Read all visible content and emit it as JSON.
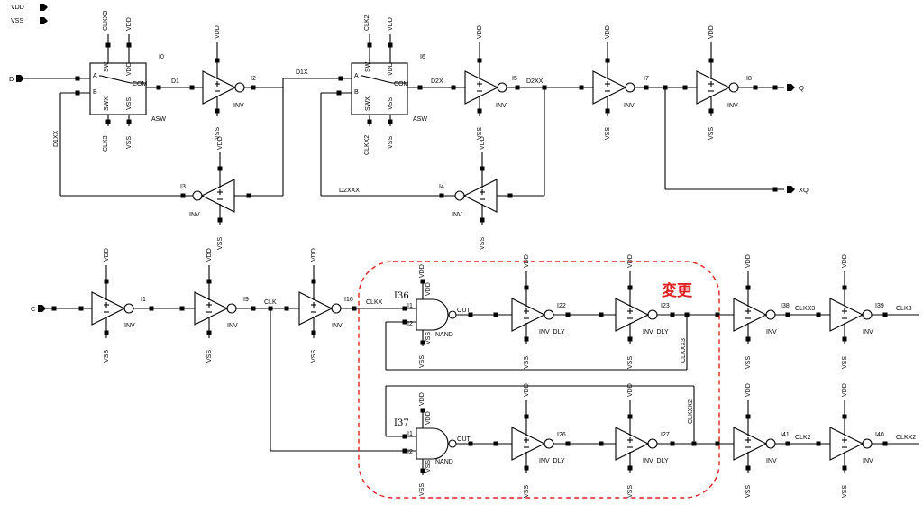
{
  "pins": {
    "vdd": "VDD",
    "vss": "VSS",
    "d": "D",
    "c": "C",
    "q": "Q",
    "xq": "XQ",
    "clk3": "CLK3",
    "clkx2": "CLKX2"
  },
  "power": {
    "vdd": "VDD",
    "vss": "VSS"
  },
  "asw": {
    "type": "ASW",
    "pin_a": "A",
    "pin_b": "B",
    "pin_sw": "SW",
    "pin_swx": "SWX",
    "pin_vdd": "VDD",
    "pin_vss": "VSS",
    "pin_com": "COM",
    "i0": {
      "name": "I0",
      "sw_net": "CLKX3",
      "swx_net": "CLK3"
    },
    "i6": {
      "name": "I6",
      "sw_net": "CLK2",
      "swx_net": "CLKX2"
    }
  },
  "gates": {
    "inv": "INV",
    "inv_dly": "INV_DLY",
    "nand": "NAND",
    "nand_out": "OUT",
    "nand_i1": "I1",
    "nand_i2": "I2"
  },
  "instances": {
    "I2": "I2",
    "I3": "I3",
    "I4": "I4",
    "I5": "I5",
    "I7": "I7",
    "I8": "I8",
    "I1": "I1",
    "I9": "I9",
    "I16": "I16",
    "I36": "I36",
    "I37": "I37",
    "I22": "I22",
    "I23": "I23",
    "I26": "I26",
    "I27": "I27",
    "I38": "I38",
    "I39": "I39",
    "I41": "I41",
    "I40": "I40"
  },
  "nets": {
    "d1": "D1",
    "d1x": "D1X",
    "d1xx": "D1XX",
    "d2x": "D2X",
    "d2xx": "D2XX",
    "d2xxx": "D2XXX",
    "clk": "CLK",
    "clkx": "CLKX",
    "clkxx3": "CLKXX3",
    "clkxx2": "CLKXX2",
    "clkx3": "CLKX3",
    "clk2": "CLK2"
  },
  "annotation": {
    "changed_label": "変更",
    "color": "#e02020"
  }
}
